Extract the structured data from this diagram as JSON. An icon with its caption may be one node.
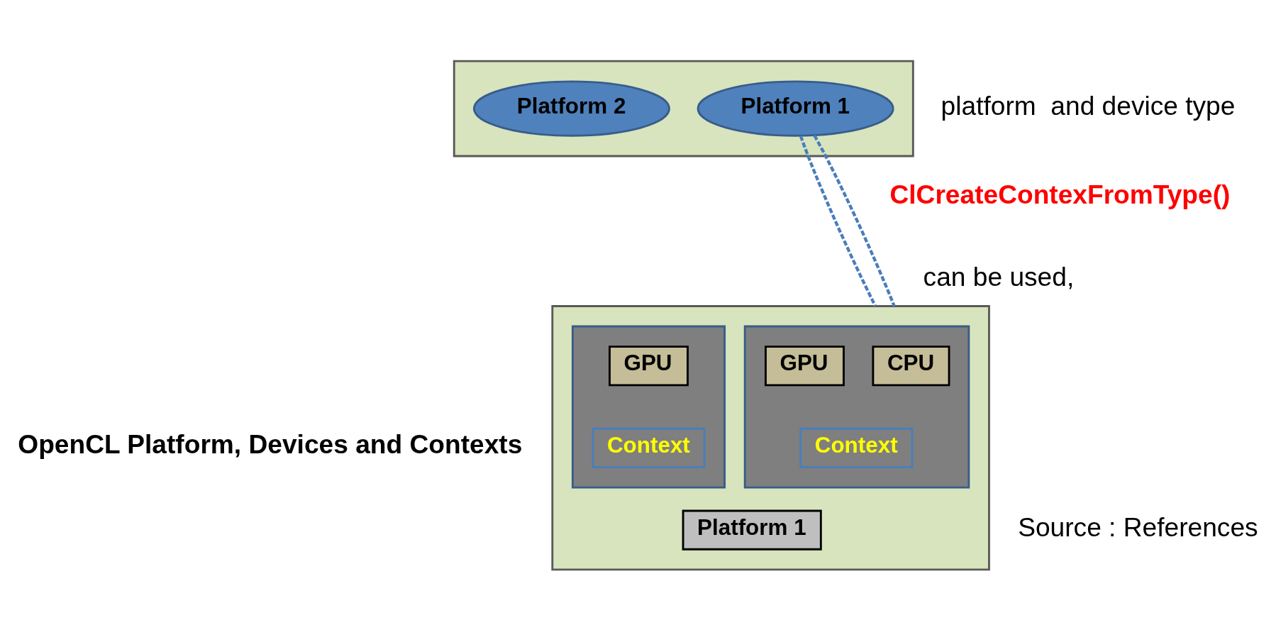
{
  "diagram": {
    "nodes": [
      {
        "text": [],
        "shape": "box"
      },
      {
        "text": [
          "Platform 1"
        ],
        "in": 0
      },
      {
        "text": [
          "Platform 2"
        ],
        "in": 0
      },
      {
        "text": [],
        "shape": "box"
      },
      {
        "text": [],
        "shape": "box",
        "in": 3
      },
      {
        "text": [
          "CPU"
        ],
        "in": 4
      },
      {
        "text": [
          "GPU"
        ],
        "in": 4
      },
      {
        "text": [
          "Context"
        ],
        "in": 4
      },
      {
        "text": [],
        "shape": "box",
        "in": 3
      },
      {
        "text": [
          "GPU"
        ],
        "in": 8
      },
      {
        "text": [
          "Context"
        ],
        "in": 8
      },
      {
        "text": [
          "Platform 1"
        ],
        "in": 3
      }
    ],
    "edges": [
      {
        "from": 1,
        "to": 3,
        "arrow": "none",
        "style": "dashed",
        "color": "#4a7ebb"
      },
      {
        "from": 1,
        "to": 3,
        "arrow": "none",
        "style": "dashed",
        "color": "#4a7ebb"
      }
    ],
    "labels": [
      "platform  and device type",
      "ClCreateContexFromType()",
      "can be used,",
      "OpenCL Platform, Devices and Contexts",
      "Source : References"
    ]
  }
}
